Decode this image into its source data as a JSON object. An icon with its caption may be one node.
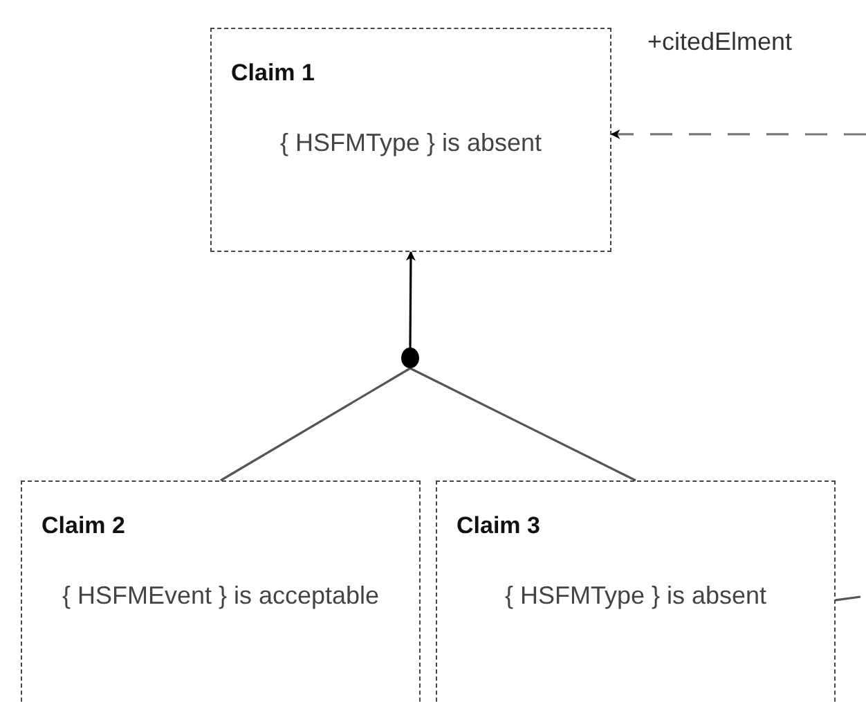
{
  "diagram": {
    "nodes": [
      {
        "text": [
          "Claim 1",
          "{ HSFMType } is absent"
        ]
      },
      {
        "text": [
          "Claim 2",
          "{ HSFMEvent } is acceptable"
        ]
      },
      {
        "text": [
          "Claim 3",
          "{ HSFMType } is absent"
        ]
      },
      {
        "text": [],
        "shape": "circle"
      }
    ],
    "edges": [
      {
        "from": 3,
        "to": 0,
        "arrow": "to"
      },
      {
        "from": 1,
        "to": 3,
        "arrow": "none",
        "color": "#555555"
      },
      {
        "from": 2,
        "to": 3,
        "arrow": "none",
        "color": "#555555"
      },
      {
        "from": null,
        "to": 0,
        "arrow": "to",
        "style": "dashed",
        "label": "+citedElment"
      },
      {
        "from": 2,
        "to": null,
        "arrow": "none",
        "color": "#555555"
      }
    ]
  }
}
